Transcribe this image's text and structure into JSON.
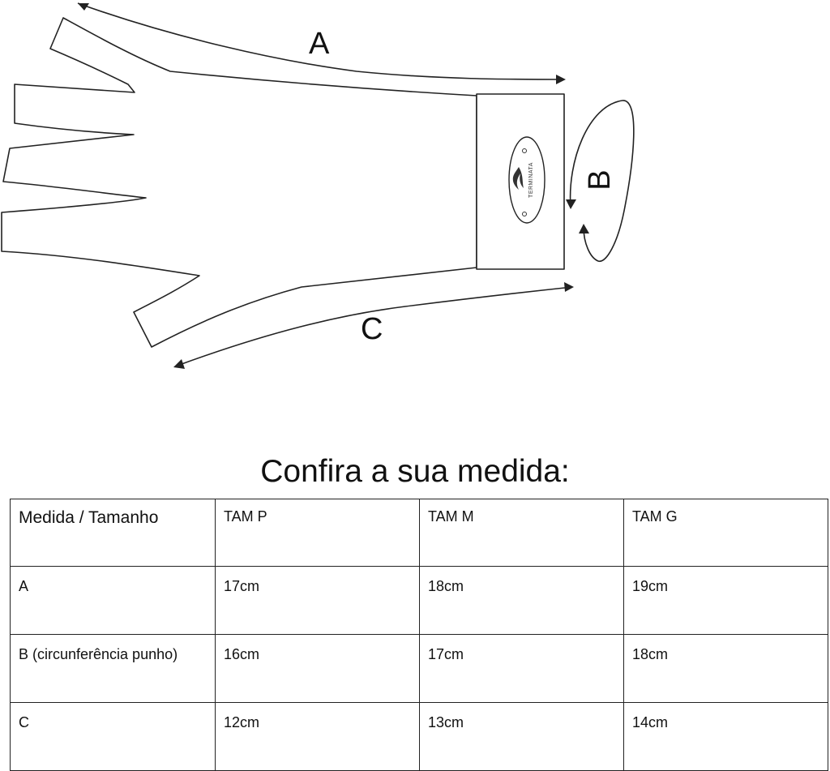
{
  "diagram": {
    "label_a": "A",
    "label_b": "B",
    "label_c": "C",
    "logo_text": "TERMINATA",
    "logo_icon": "flame-icon"
  },
  "table": {
    "title": "Confira a sua medida:",
    "header": [
      "Medida / Tamanho",
      "TAM P",
      "TAM M",
      "TAM G"
    ],
    "rows": [
      [
        "A",
        "17cm",
        "18cm",
        "19cm"
      ],
      [
        "B (circunferência punho)",
        "16cm",
        "17cm",
        "18cm"
      ],
      [
        "C",
        "12cm",
        "13cm",
        "14cm"
      ]
    ]
  }
}
